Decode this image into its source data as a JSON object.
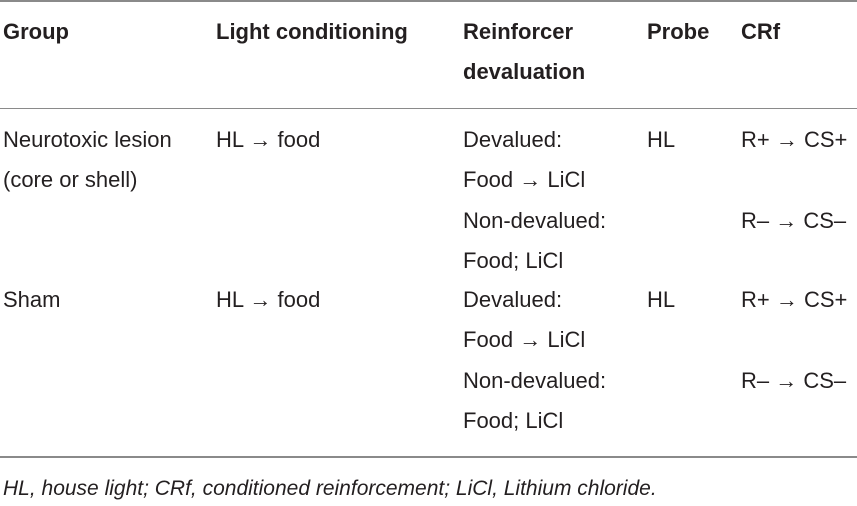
{
  "header": {
    "group": "Group",
    "light": "Light conditioning",
    "reinf_line1": "Reinforcer",
    "reinf_line2": "devaluation",
    "probe": "Probe",
    "crf": "CRf"
  },
  "rows": [
    {
      "group_line1": "Neurotoxic lesion",
      "group_line2": "(core or shell)",
      "light": "HL → food",
      "devalued_label": "Devalued:",
      "devalued_value": "Food → LiCl",
      "nondevalued_label": "Non-devalued:",
      "nondevalued_value": "Food; LiCl",
      "probe": "HL",
      "crf_plus": "R+ → CS+",
      "crf_minus": "R– → CS–"
    },
    {
      "group_line1": "Sham",
      "light": "HL → food",
      "devalued_label": "Devalued:",
      "devalued_value": "Food → LiCl",
      "nondevalued_label": "Non-devalued:",
      "nondevalued_value": "Food; LiCl",
      "probe": "HL",
      "crf_plus": "R+ → CS+",
      "crf_minus": "R– → CS–"
    }
  ],
  "footnote": "HL, house light; CRf, conditioned reinforcement; LiCl, Lithium chloride."
}
